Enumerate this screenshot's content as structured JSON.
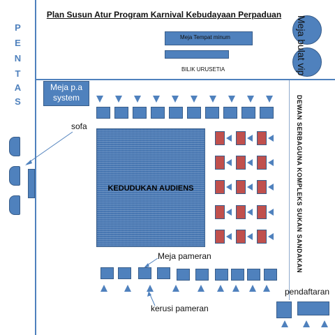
{
  "title": "Plan Susun Atur Program Karnival Kebudayaan Perpaduan",
  "stage_letters": [
    "P",
    "E",
    "N",
    "T",
    "A",
    "S"
  ],
  "labels": {
    "meja_tempat_minum": "Meja Tempat minum",
    "bilik_urusetia": "BILIK URUSETIA",
    "meja_pa_system": "Meja p.a system",
    "sofa": "sofa",
    "audience": "KEDUDUKAN AUDIENS",
    "meja_pameran": "Meja pameran",
    "kerusi_pameran": "kerusi pameran",
    "pendaftaran": "pendaftaran",
    "meja_bulat_vip": "Meja bulat vip",
    "dewan": "DEWAN  SERBAGUNA KOMPLEKS SUKAN SANDAKAN"
  },
  "colors": {
    "furniture": "#4f81bd",
    "furniture_border": "#385d8a",
    "vip_table": "#c0504d",
    "stage_text": "#4f81bd",
    "wall_line": "#4f81bd"
  },
  "icons": {
    "chair_triangle": "triangle",
    "vip_chair_triangle": "triangle-left",
    "pointer_arrow": "arrow"
  }
}
